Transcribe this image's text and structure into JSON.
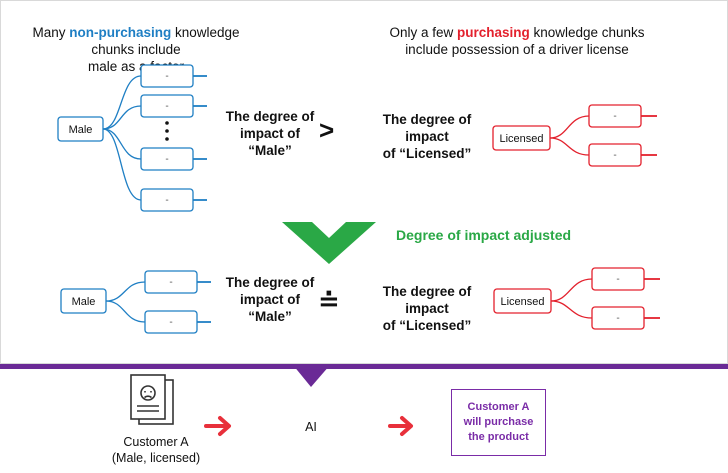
{
  "top_left_heading": {
    "pre": "Many ",
    "highlight": "non-purchasing",
    "post": " knowledge chunks include",
    "line2": "male as a factor"
  },
  "top_right_heading": {
    "pre": "Only a few ",
    "highlight": "purchasing",
    "post": " knowledge chunks",
    "line2": "include possession of a driver license"
  },
  "nodes": {
    "male": "Male",
    "licensed": "Licensed",
    "leaf": "-"
  },
  "upper_labels": {
    "male_impact_line1": "The degree of",
    "male_impact_line2": "impact of “Male”",
    "comparison": ">",
    "licensed_impact_line1": "The degree of impact",
    "licensed_impact_line2": "of “Licensed”"
  },
  "adjust_label": "Degree of impact adjusted",
  "lower_labels": {
    "male_impact_line1": "The degree of",
    "male_impact_line2": "impact of",
    "male_impact_line3": "“Male”",
    "comparison": "≐",
    "licensed_impact_line1": "The degree of impact",
    "licensed_impact_line2": "of “Licensed”"
  },
  "bottom": {
    "customer_line1": "Customer A",
    "customer_line2": "(Male, licensed)",
    "ai": "AI",
    "result_line1": "Customer A",
    "result_line2": "will purchase",
    "result_line3": "the product"
  },
  "colors": {
    "blue": "#1f7fc4",
    "red": "#e3212d",
    "green": "#2aa846",
    "purple": "#6a2a96"
  },
  "icons": [
    "ellipsis-icon",
    "chevron-down-icon",
    "customer-document-icon",
    "arrow-right-icon"
  ]
}
